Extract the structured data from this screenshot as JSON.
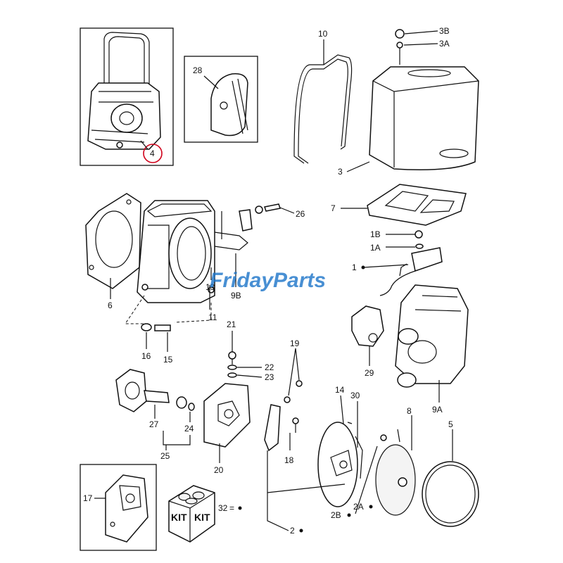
{
  "watermark": {
    "text": "FridayParts",
    "color_primary": "#1b74c9",
    "color_accent": "#f2a51a"
  },
  "highlight_color": "#d0021b",
  "kit_labels": [
    "KIT",
    "KIT"
  ],
  "parts": {
    "p1": "1",
    "p1A": "1A",
    "p1B": "1B",
    "p2": "2",
    "p2A": "2A",
    "p2B": "2B",
    "p3": "3",
    "p3A": "3A",
    "p3B": "3B",
    "p4": "4",
    "p5": "5",
    "p6": "6",
    "p7": "7",
    "p8": "8",
    "p9A": "9A",
    "p9B": "9B",
    "p10": "10",
    "p11": "11",
    "p13": "13",
    "p14": "14",
    "p15": "15",
    "p16": "16",
    "p17": "17",
    "p18": "18",
    "p19": "19",
    "p20": "20",
    "p21": "21",
    "p22": "22",
    "p23": "23",
    "p24": "24",
    "p25": "25",
    "p26": "26",
    "p27": "27",
    "p28": "28",
    "p29": "29",
    "p30": "30",
    "p32": "32"
  }
}
